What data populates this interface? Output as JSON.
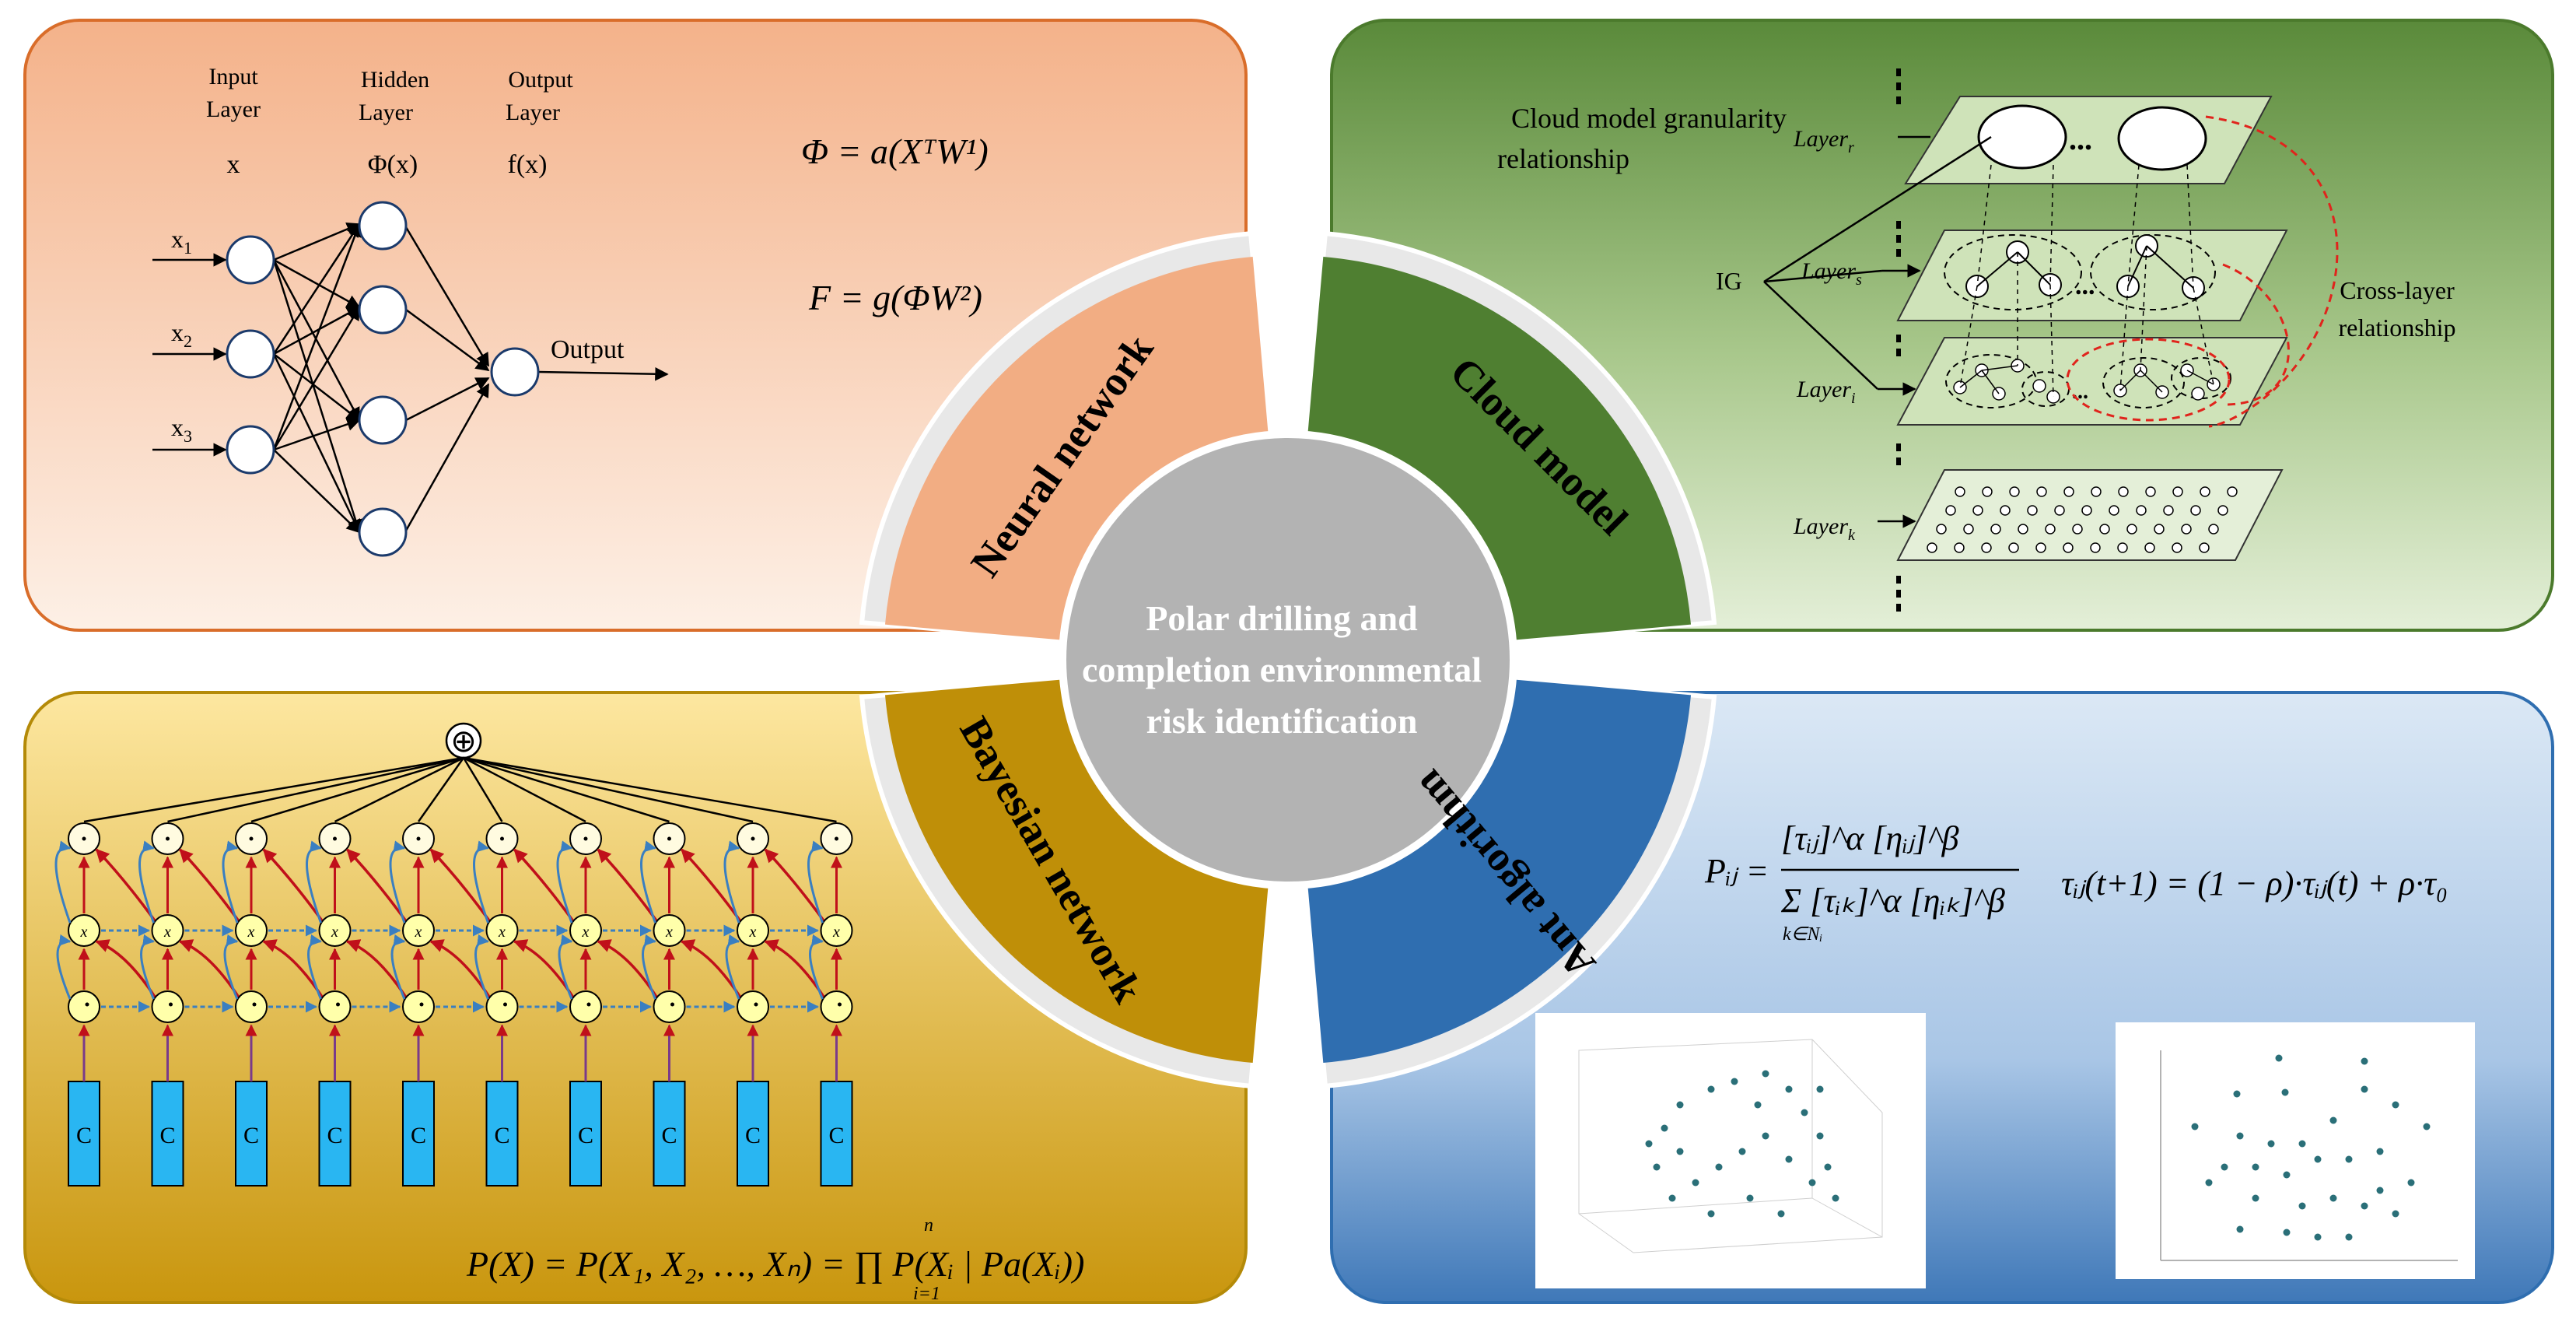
{
  "center": {
    "lines": [
      "Polar drilling and",
      "completion environmental",
      "risk identification"
    ]
  },
  "segments": {
    "neural": "Neural network",
    "cloud": "Cloud model",
    "bayesian": "Bayesian network",
    "ant": "Ant algorithm"
  },
  "neural_panel": {
    "col_input": [
      "Input",
      "Layer"
    ],
    "col_hidden": [
      "Hidden",
      "Layer"
    ],
    "col_output": [
      "Output",
      "Layer"
    ],
    "sym_x": "x",
    "sym_phi": "Φ(x)",
    "sym_f": "f(x)",
    "inputs": [
      "x",
      "x",
      "x"
    ],
    "input_subs": [
      "1",
      "2",
      "3"
    ],
    "output_label": "Output",
    "formula1": "Φ = a(XᵀW¹)",
    "formula2": "F = g(ΦW²)"
  },
  "cloud_panel": {
    "title": [
      "Cloud model granularity",
      "relationship"
    ],
    "ig": "IG",
    "layers": [
      "Layer",
      "Layer",
      "Layer",
      "Layer"
    ],
    "layer_subs": [
      "r",
      "s",
      "i",
      "k"
    ],
    "cross_layer": [
      "Cross-layer",
      "relationship"
    ],
    "ellipsis": "..."
  },
  "bayesian_panel": {
    "sum_symbol": "⊕",
    "c_label": "C",
    "mid_label": "x",
    "formula": "P(X) = P(X₁, X₂, …, Xₙ) = ∏ P(Xᵢ | Pa(Xᵢ))",
    "prod_top": "n",
    "prod_bottom": "i=1"
  },
  "ant_panel": {
    "formula_left": "Pᵢⱼ =",
    "formula_num": "[τᵢⱼ]^α [ηᵢⱼ]^β",
    "formula_den": "Σ [τᵢₖ]^α [ηᵢₖ]^β",
    "formula_den_sub": "k∈Nᵢ",
    "formula_right": "τᵢⱼ(t+1) = (1 − ρ)·τᵢⱼ(t) + ρ·τ₀"
  },
  "colors": {
    "neural_panel": "#f6c7a6",
    "cloud_panel": "#6f9a4a",
    "bayes_panel": "#eecf6a",
    "ant_panel": "#5f8fc6",
    "neural_seg": "#f2ad83",
    "cloud_seg": "#4f7f31",
    "bayes_seg": "#bf8f08",
    "ant_seg": "#2f6eb0",
    "center": "#b1b1b1"
  }
}
